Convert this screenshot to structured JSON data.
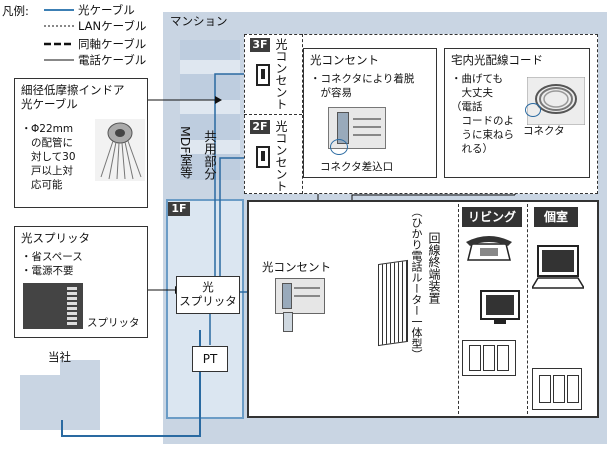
{
  "legend": {
    "title": "凡例:",
    "items": [
      {
        "label": "光ケーブル",
        "style": "fiber",
        "color": "#3c7fb4"
      },
      {
        "label": "LANケーブル",
        "style": "lan"
      },
      {
        "label": "同軸ケーブル",
        "style": "coax"
      },
      {
        "label": "電話ケーブル",
        "style": "phone"
      }
    ]
  },
  "building": {
    "label": "マンション",
    "color": "#c7d4e2"
  },
  "floors": {
    "f3": "3F",
    "f2": "2F",
    "f1": "1F"
  },
  "outlet_vertical_label": "光コンセント",
  "mdf_label": "MDF室等",
  "common_label": "共用部分",
  "fiber_callout": {
    "title_line1": "細径低摩擦インドア",
    "title_line2": "光ケーブル",
    "bullet": "・",
    "desc_lines": [
      "Φ22mm",
      "の配管に",
      "対して30",
      "戸以上対",
      "応可能"
    ]
  },
  "splitter_callout": {
    "title": "光スプリッタ",
    "bullets": [
      "・省スペース",
      "・電源不要"
    ],
    "caption": "スプリッタ"
  },
  "company_label": "当社",
  "splitter_box_lines": [
    "光",
    "スプリッタ"
  ],
  "pt_label": "PT",
  "outlet_callout": {
    "title": "光コンセント",
    "desc_lines": [
      "・コネクタにより着脱",
      "　が容易"
    ],
    "caption": "コネクタ差込口"
  },
  "cord_callout": {
    "title": "宅内光配線コード",
    "desc_lines": [
      "・曲げても",
      "　大丈夫",
      "（電話",
      "　コードのよ",
      "　うに束ねら",
      "　れる）"
    ],
    "caption": "コネクタ"
  },
  "room_outlet_label": "光コンセント",
  "onu_label_1": "回線終端装置",
  "onu_label_2": "（ひかり電話ルーター一体型）",
  "rooms": {
    "living": "リビング",
    "private": "個室"
  }
}
